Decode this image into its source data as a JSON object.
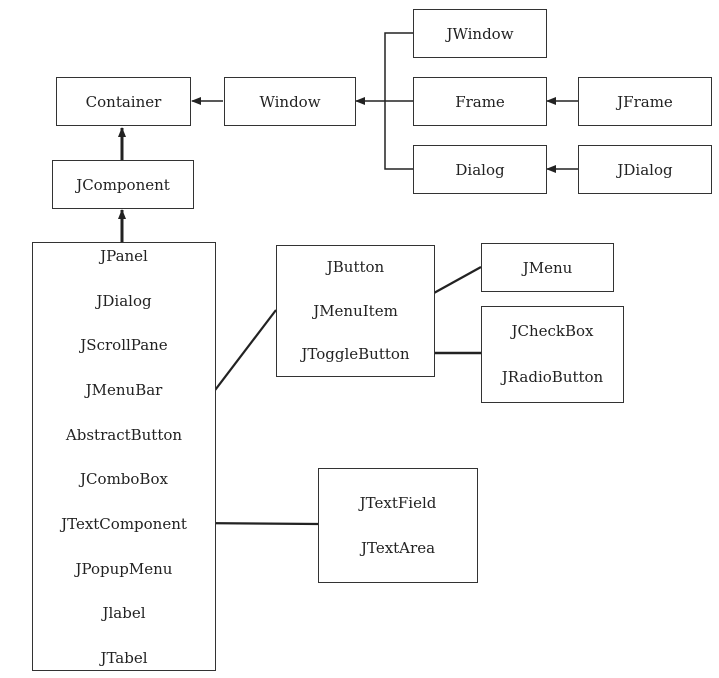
{
  "nodes": {
    "jwindow": "JWindow",
    "container": "Container",
    "window": "Window",
    "frame": "Frame",
    "jframe": "JFrame",
    "dialog": "Dialog",
    "jdialog_top": "JDialog",
    "jcomponent": "JComponent",
    "jmenu": "JMenu",
    "jtextfield_group": [
      "JTextField",
      "JTextArea"
    ],
    "jbutton_group": [
      "JButton",
      "JMenuItem",
      "JToggleButton"
    ],
    "jcheckbox_group": [
      "JCheckBox",
      "JRadioButton"
    ],
    "component_list": [
      "JPanel",
      "JDialog",
      "JScrollPane",
      "JMenuBar",
      "AbstractButton",
      "JComboBox",
      "JTextComponent",
      "JPopupMenu",
      "Jlabel",
      "JTabel"
    ]
  }
}
